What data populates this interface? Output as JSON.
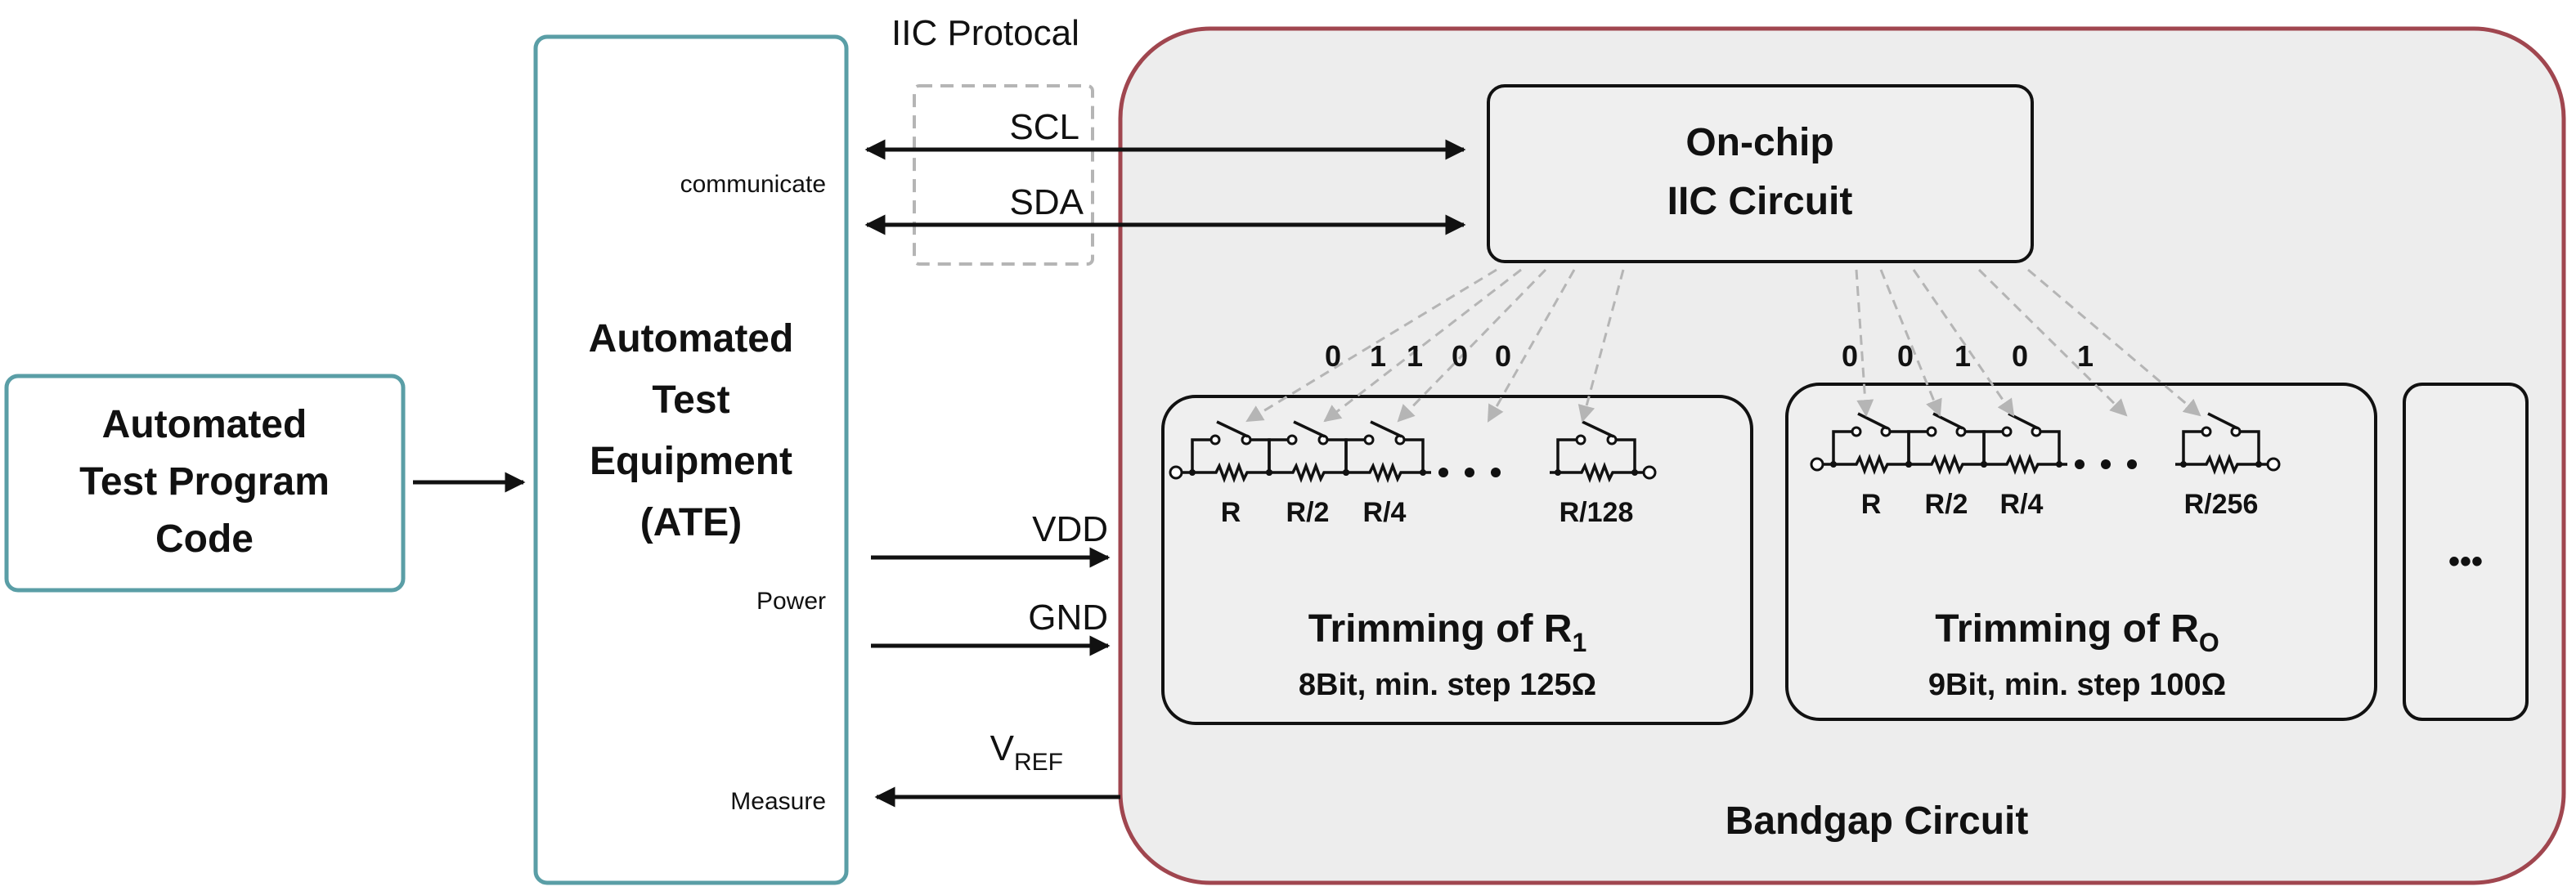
{
  "colors": {
    "teal": "#5a9ea6",
    "bandgap_border": "#a0464f",
    "bandgap_fill": "#ededed",
    "dashed": "#b5b5b5",
    "ink": "#111111"
  },
  "program_box": {
    "lines": [
      "Automated",
      "Test Program",
      "Code"
    ]
  },
  "ate_box": {
    "lines": [
      "Automated",
      "Test",
      "Equipment",
      "(ATE)"
    ],
    "communicate": "communicate",
    "power": "Power",
    "measure": "Measure"
  },
  "iic": {
    "protocol_label": "IIC Protocal",
    "scl": "SCL",
    "sda": "SDA",
    "circuit_lines": [
      "On-chip",
      "IIC Circuit"
    ]
  },
  "power": {
    "vdd": "VDD",
    "gnd": "GND",
    "vref_main": "V",
    "vref_sub": "REF"
  },
  "bandgap": {
    "label": "Bandgap Circuit",
    "more": "•••"
  },
  "trim_r1": {
    "bits": [
      "0",
      "1",
      "1",
      "0",
      "0"
    ],
    "resistors": [
      "R",
      "R/2",
      "R/4",
      "R/128"
    ],
    "title_main": "Trimming of R",
    "title_sub": "1",
    "spec": "8Bit, min. step 125Ω"
  },
  "trim_ro": {
    "bits": [
      "0",
      "0",
      "1",
      "0",
      "1"
    ],
    "resistors": [
      "R",
      "R/2",
      "R/4",
      "R/256"
    ],
    "title_main": "Trimming of R",
    "title_sub": "O",
    "spec": "9Bit, min. step 100Ω"
  }
}
